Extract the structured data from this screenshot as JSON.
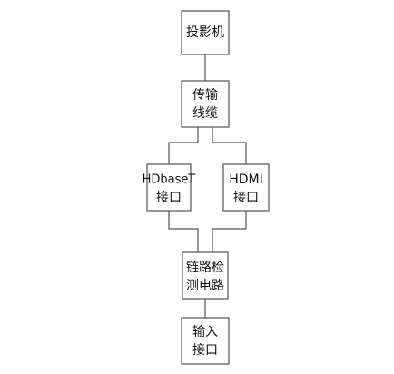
{
  "nodes": {
    "projector": {
      "line1": "投影机",
      "line2": ""
    },
    "transmission_cable": {
      "line1": "传输",
      "line2": "线缆"
    },
    "hdbaset_interface": {
      "line1": "HDbaseT",
      "line2": "接口"
    },
    "hdmi_interface": {
      "line1": "HDMI",
      "line2": "接口"
    },
    "link_detection_circuit": {
      "line1": "链路检",
      "line2": "测电路"
    },
    "input_interface": {
      "line1": "输入",
      "line2": "接口"
    }
  },
  "edges": [
    [
      "projector",
      "transmission_cable"
    ],
    [
      "transmission_cable",
      "hdbaset_interface"
    ],
    [
      "transmission_cable",
      "hdmi_interface"
    ],
    [
      "hdbaset_interface",
      "link_detection_circuit"
    ],
    [
      "hdmi_interface",
      "link_detection_circuit"
    ],
    [
      "link_detection_circuit",
      "input_interface"
    ]
  ]
}
